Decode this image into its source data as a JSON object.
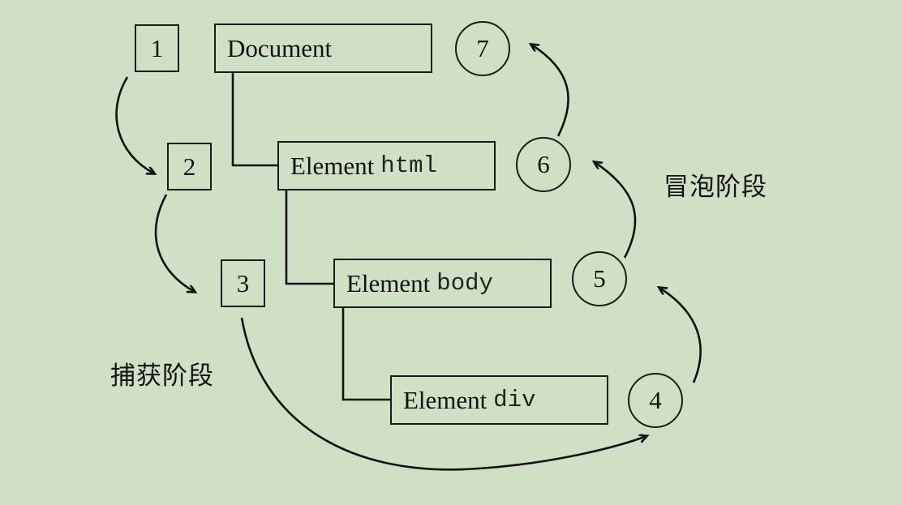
{
  "nodes": {
    "document": {
      "label": "Document"
    },
    "html": {
      "label": "Element",
      "tag": "html"
    },
    "body": {
      "label": "Element",
      "tag": "body"
    },
    "div": {
      "label": "Element",
      "tag": "div"
    }
  },
  "capture_steps": [
    "1",
    "2",
    "3"
  ],
  "bubble_steps": [
    "4",
    "5",
    "6",
    "7"
  ],
  "phases": {
    "capture": "捕获阶段",
    "bubble": "冒泡阶段"
  }
}
